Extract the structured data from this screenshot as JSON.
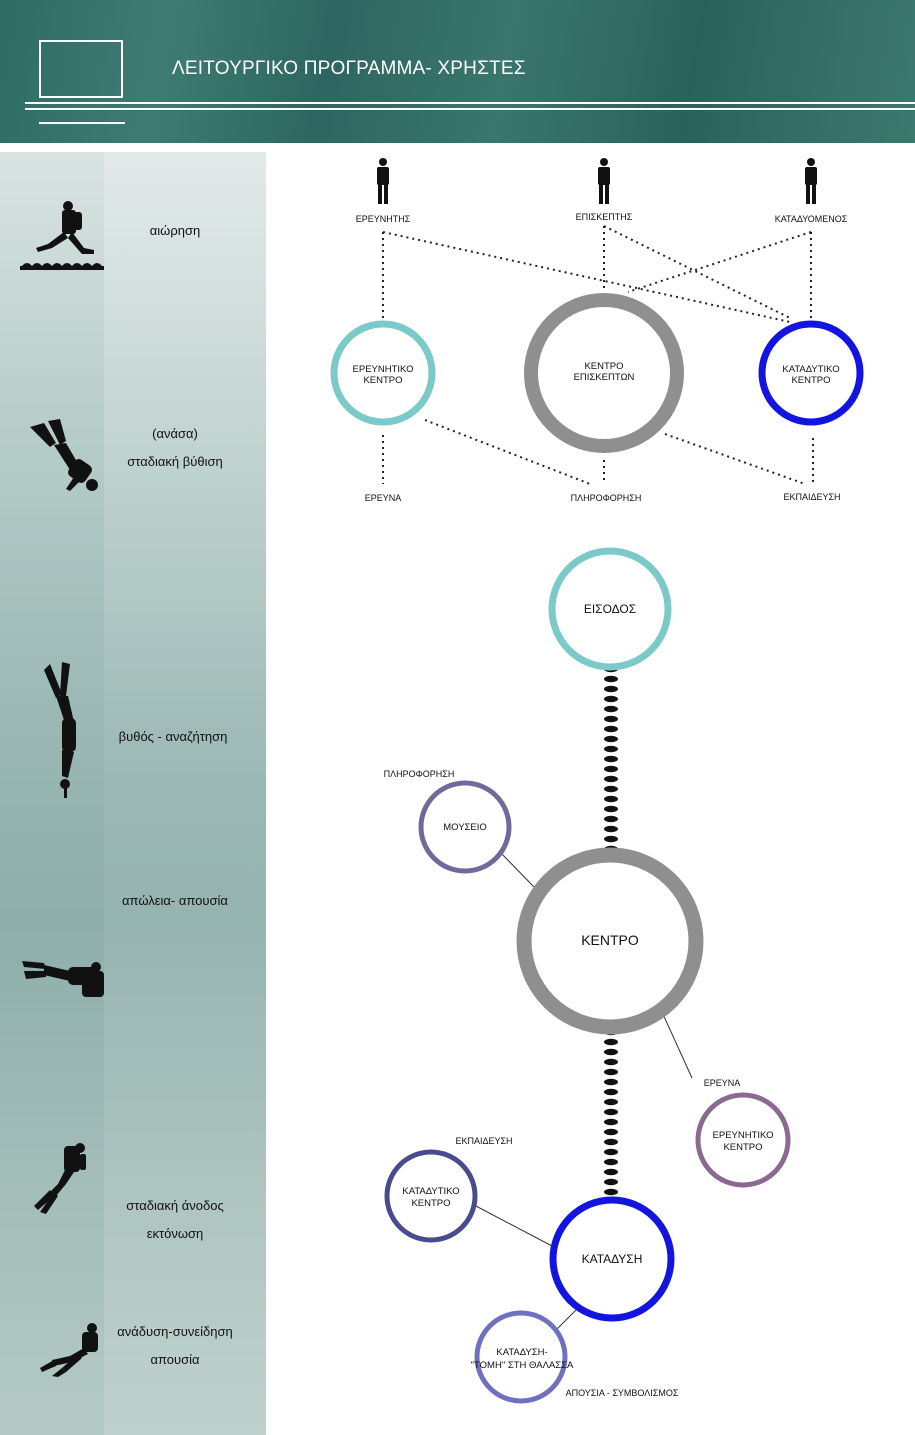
{
  "header": {
    "title": "ΛΕΙΤΟΥΡΓΙΚΟ ΠΡΟΓΡΑΜΜΑ- ΧΡΗΣΤΕΣ"
  },
  "stages": [
    {
      "lines": [
        "αιώρηση"
      ],
      "icon": "floating-diver-icon"
    },
    {
      "lines": [
        "(ανάσα)",
        "σταδιακή βύθιση"
      ],
      "icon": "descending-diver-icon"
    },
    {
      "lines": [
        "βυθός - αναζήτηση"
      ],
      "icon": "vertical-diver-icon"
    },
    {
      "lines": [
        "απώλεια- απουσία"
      ],
      "icon": "horizontal-diver-icon"
    },
    {
      "lines": [
        "σταδιακή άνοδος",
        "εκτόνωση"
      ],
      "icon": "ascending-diver-icon"
    },
    {
      "lines": [
        "ανάδυση-συνείδηση",
        "απουσία"
      ],
      "icon": "surfacing-diver-icon"
    }
  ],
  "users": {
    "researcher": "ΕΡΕΥΝΗΤΗΣ",
    "visitor": "ΕΠΙΣΚΕΠΤΗΣ",
    "diver": "ΚΑΤΑΔΥΟΜΕΝΟΣ"
  },
  "centers": {
    "research": [
      "ΕΡΕΥΝΗΤΙΚΟ",
      "ΚΕΝΤΡΟ"
    ],
    "visitor": [
      "ΚΕΝΤΡΟ",
      "ΕΠΙΣΚΕΠΤΩΝ"
    ],
    "diving": [
      "ΚΑΤΑΔΥΤΙΚΟ",
      "ΚΕΝΤΡΟ"
    ]
  },
  "functions": {
    "research": "ΕΡΕΥΝΑ",
    "info": "ΠΛΗΡΟΦΟΡΗΣΗ",
    "education": "ΕΚΠΑΙΔΕΥΣΗ"
  },
  "flow": {
    "entrance": "ΕΙΣΟΔΟΣ",
    "center": "ΚΕΝΤΡΟ",
    "dive": "ΚΑΤΑΔΥΣΗ",
    "museum_label": "ΠΛΗΡΟΦΟΡΗΣΗ",
    "museum": "ΜΟΥΣΕΙΟ",
    "research_label": "ΕΡΕΥΝΑ",
    "research_center": [
      "ΕΡΕΥΝΗΤΙΚΟ",
      "ΚΕΝΤΡΟ"
    ],
    "education_label": "ΕΚΠΑΙΔΕΥΣΗ",
    "diving_center": [
      "ΚΑΤΑΔΥΤΙΚΟ",
      "ΚΕΝΤΡΟ"
    ],
    "sea_cut": [
      "ΚΑΤΑΔΥΣΗ-",
      "\"ΤΟΜΗ\" ΣΤΗ ΘΑΛΑΣΣΑ"
    ],
    "absence_label": "ΑΠΟΥΣΙΑ - ΣΥΜΒΟΛΙΣΜΟΣ"
  },
  "colors": {
    "header": "#2f6b63",
    "teal": "#7ccac8",
    "gray": "#8f8f8f",
    "blue": "#1414e0",
    "violet": "#6f6a9a",
    "mauve": "#8a6a8f",
    "indigo": "#4a4a8e",
    "lavender": "#7070c0"
  }
}
